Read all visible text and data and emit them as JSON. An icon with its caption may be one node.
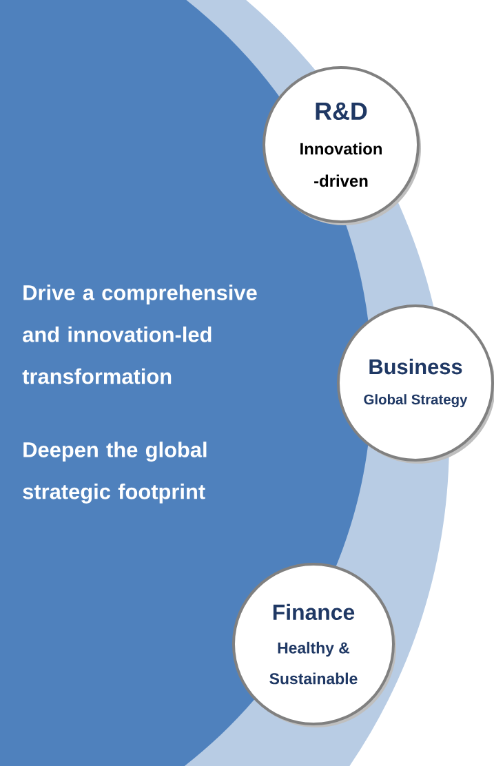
{
  "diagram": {
    "nodes": [
      {
        "text": [
          "Drive a comprehensive and innovation-led transformation",
          "Deepen the global strategic footprint"
        ]
      },
      {
        "text": [
          "R&D",
          "Innovation -driven"
        ]
      },
      {
        "text": [
          "Business",
          "Global Strategy"
        ]
      },
      {
        "text": [
          "Finance",
          "Healthy & Sustainable"
        ]
      }
    ]
  }
}
